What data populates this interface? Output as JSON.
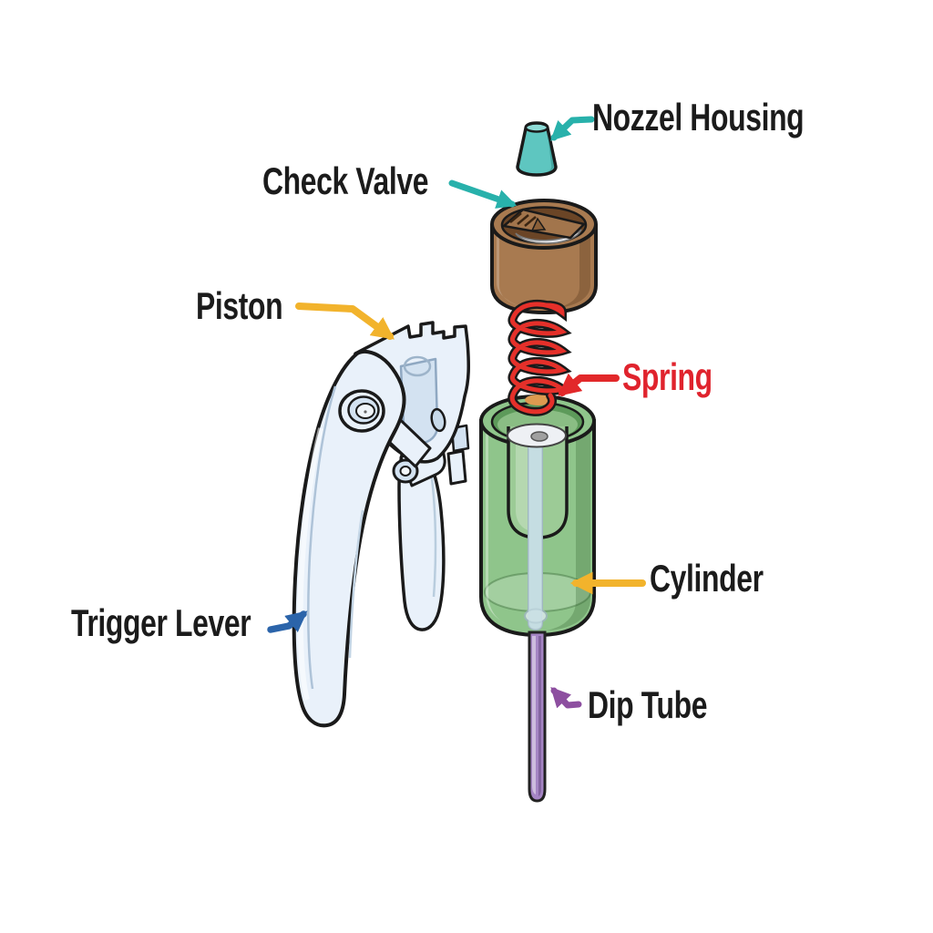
{
  "diagram": {
    "type": "exploded-parts-diagram",
    "subject": "trigger sprayer pump mechanism",
    "background": "#ffffff",
    "labels": {
      "nozzle_housing": {
        "text": "Nozzel Housing",
        "color": "#1b1b1b",
        "arrow_color": "#28b1ab"
      },
      "check_valve": {
        "text": "Check Valve",
        "color": "#1b1b1b",
        "arrow_color": "#28b1ab"
      },
      "piston": {
        "text": "Piston",
        "color": "#1b1b1b",
        "arrow_color": "#f2b32c"
      },
      "spring": {
        "text": "Spring",
        "color": "#e0232d",
        "arrow_color": "#e2282a"
      },
      "trigger_lever": {
        "text": "Trigger Lever",
        "color": "#1b1b1b",
        "arrow_color": "#2b64aa"
      },
      "cylinder": {
        "text": "Cylinder",
        "color": "#1b1b1b",
        "arrow_color": "#f2b32c"
      },
      "dip_tube": {
        "text": "Dip Tube",
        "color": "#1b1b1b",
        "arrow_color": "#8d4fa0"
      }
    },
    "colors": {
      "teal_arrow": "#28b1ab",
      "gold_arrow": "#f2b32c",
      "red_arrow": "#e2282a",
      "blue_arrow": "#2b64aa",
      "purple_arrow": "#8d4fa0",
      "nozzle_teal": "#5ec6c0",
      "nozzle_teal_light": "#8edbd6",
      "cup_brown": "#a87a50",
      "cup_brown_dark": "#6b4526",
      "cup_plate": "#a2754c",
      "valve_white": "#e8eaef",
      "spring_red": "#e5302a",
      "green_body": "#8fc58b",
      "green_rim_dark": "#5d9a5a",
      "green_floor": "#8abd84",
      "green_tube": "#9ccb96",
      "disc_white": "#eef0f4",
      "disc_gray": "#a0a0a0",
      "orange_seal": "#dc9b50",
      "tube_blue": "#c5dde2",
      "dip_purple": "#a585c4",
      "lever_blue": "#e9f1fa",
      "lever_blue_mid": "#d3e2f1",
      "outline": "#1a1a1a"
    }
  }
}
